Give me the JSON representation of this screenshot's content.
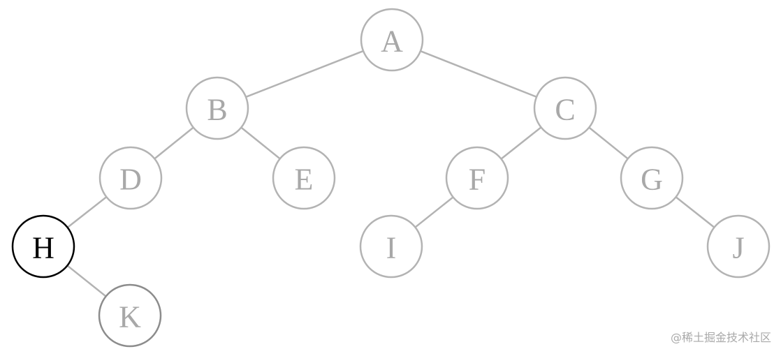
{
  "colors": {
    "edge": "#b3b3b3",
    "inactive_node_stroke": "#b3b3b3",
    "inactive_node_text": "#a8a8a8",
    "active_node_stroke": "#000000",
    "active_node_text": "#000000",
    "visited_node_stroke": "#8c8c8c",
    "visited_node_text": "#a8a8a8"
  },
  "tree": {
    "nodes": [
      {
        "id": "A",
        "label": "A",
        "state": "inactive"
      },
      {
        "id": "B",
        "label": "B",
        "state": "inactive"
      },
      {
        "id": "C",
        "label": "C",
        "state": "inactive"
      },
      {
        "id": "D",
        "label": "D",
        "state": "inactive"
      },
      {
        "id": "E",
        "label": "E",
        "state": "inactive"
      },
      {
        "id": "F",
        "label": "F",
        "state": "inactive"
      },
      {
        "id": "G",
        "label": "G",
        "state": "inactive"
      },
      {
        "id": "H",
        "label": "H",
        "state": "active"
      },
      {
        "id": "I",
        "label": "I",
        "state": "inactive"
      },
      {
        "id": "J",
        "label": "J",
        "state": "inactive"
      },
      {
        "id": "K",
        "label": "K",
        "state": "visited"
      }
    ],
    "edges": [
      {
        "from": "A",
        "to": "B"
      },
      {
        "from": "A",
        "to": "C"
      },
      {
        "from": "B",
        "to": "D"
      },
      {
        "from": "B",
        "to": "E"
      },
      {
        "from": "C",
        "to": "F"
      },
      {
        "from": "C",
        "to": "G"
      },
      {
        "from": "D",
        "to": "H"
      },
      {
        "from": "F",
        "to": "I"
      },
      {
        "from": "G",
        "to": "J"
      },
      {
        "from": "H",
        "to": "K"
      }
    ]
  },
  "watermark": {
    "text": "@稀土掘金技术社区"
  }
}
